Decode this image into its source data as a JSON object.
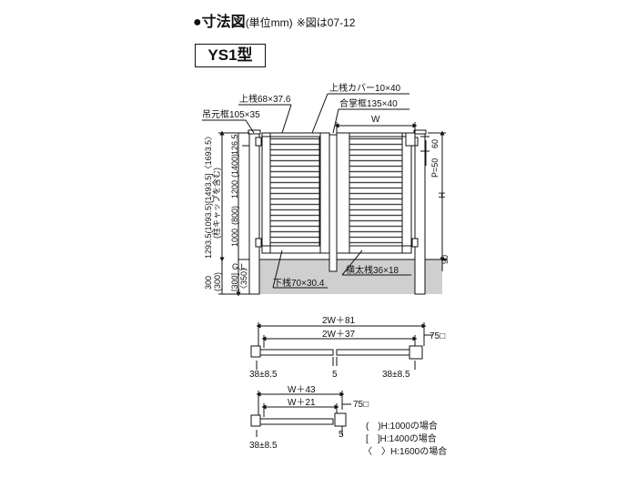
{
  "header": {
    "bullet": "●",
    "title": "寸法図",
    "unit": "(単位mm)",
    "note": "※図は07-12",
    "model": "YS1型"
  },
  "front": {
    "top_rail": "上桟68×37.6",
    "top_rail_cover": "上桟カバー10×40",
    "hinge_frame": "吊元框105×35",
    "meeting_frame": "合掌框135×40",
    "w": "W",
    "h": "H",
    "p": "P=50",
    "d60": "60",
    "d126_5": "126.5",
    "d1200": "1200",
    "d1400": "(1400)",
    "d800": "(800)",
    "d1000": "1000",
    "height_total": "1293.5(1093.5)[1493.5]〈1693.5〉",
    "cap_note": "(柱キャップを含む)",
    "gl": "G.L.",
    "d90": "90",
    "d300": "300",
    "d300b": "(300)",
    "d300c": "[300]",
    "d350": "〈350〉",
    "bottom_rail": "下桟70×30.4",
    "cross_rail": "横太桟36×18"
  },
  "plan_double": {
    "overall": "2W＋81",
    "inner": "2W＋37",
    "post": "75□",
    "left_offset": "38±8.5",
    "gap": "5",
    "right_offset": "38±8.5"
  },
  "plan_single": {
    "overall": "W＋43",
    "inner": "W＋21",
    "post": "75□",
    "left_offset": "38±8.5",
    "gap": "5"
  },
  "legend": [
    "(　)H:1000の場合",
    "[　]H:1400の場合",
    "〈　〉H:1600の場合"
  ]
}
